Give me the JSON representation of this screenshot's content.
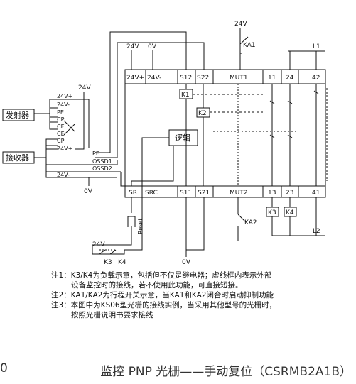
{
  "terminals_top": [
    "24V+",
    "24V-",
    "S12",
    "S22",
    "MUT1",
    "11",
    "24",
    "42"
  ],
  "terminals_bottom": [
    "SR",
    "SRC",
    "S11",
    "S21",
    "MUT2",
    "13",
    "23",
    "41"
  ],
  "supply_labels": [
    "24V",
    "0V"
  ],
  "relays": {
    "k1": "K1",
    "k2": "K2",
    "k3": "K3",
    "k4": "K4"
  },
  "logic_label": "逻辑",
  "ka": {
    "ka1": "KA1",
    "ka2": "KA2",
    "ka1_supply": "24V"
  },
  "lines": {
    "l1": "L1",
    "l2": "L2"
  },
  "reset": {
    "label": "Reset",
    "supply": "24V",
    "k3": "K3",
    "k4": "K4",
    "ground": "0V"
  },
  "devices": {
    "emitter": "发射器",
    "receiver": "接收器",
    "emitter_supply": "24V",
    "emitter_wires": [
      "24V+",
      "24V-",
      "PE",
      "CP",
      "CE"
    ],
    "receiver_wires": [
      "CE",
      "CP",
      "24V+"
    ],
    "outputs": [
      "PE",
      "OSSD1",
      "OSSD2",
      "24V-"
    ],
    "ground": "0V"
  },
  "notes": [
    "注1：K3/K4为负载示意，包括但不仅是继电器；虚线框内表示外部",
    "设备监控时的接线，若不使用此功能，可直接短接。",
    "注2：KA1/KA2为行程开关示意，当KA1和KA2闭合时启动抑制功能",
    "注3：本图中为KS06型光栅的接线实例，当采用其他型号的光栅时，",
    "按照光栅说明书要求接线"
  ],
  "caption": {
    "prefix": "0",
    "title": "监控 PNP 光栅——手动复位（CSRMB2A1B）"
  }
}
